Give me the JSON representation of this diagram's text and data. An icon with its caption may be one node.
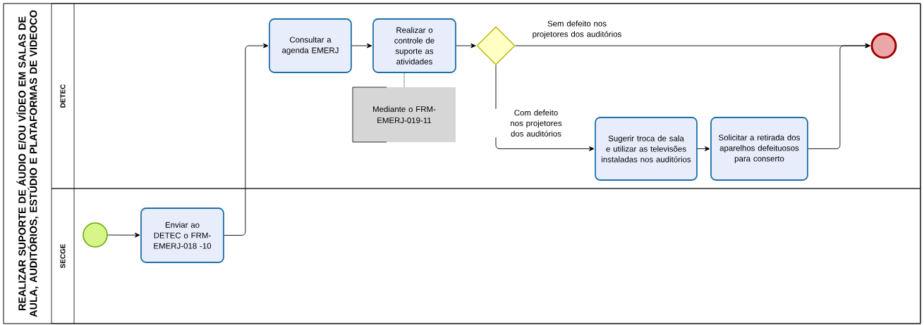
{
  "diagram": {
    "nodes": [
      {
        "text": [
          "REALIZAR SUPORTE DE ÁUDIO E/OU VÍDEO EM SALAS DE AULA, AUDITÓRIOS, ESTÚDIO E PLATAFORMAS DE VIDEOCO"
        ]
      },
      {
        "text": [
          "DETEC"
        ],
        "in": 0
      },
      {
        "text": [
          "SECGE"
        ],
        "in": 0
      },
      {
        "text": [],
        "shape": "circle",
        "in": 2
      },
      {
        "text": [
          "Enviar ao DETEC o FRM-EMERJ-018 -10"
        ],
        "in": 2
      },
      {
        "text": [
          "Consultar a agenda EMERJ"
        ],
        "in": 1
      },
      {
        "text": [
          "Realizar o controle de suporte as atividades"
        ],
        "in": 1
      },
      {
        "text": [
          "Mediante o FRM-EMERJ-019-11"
        ],
        "in": 1
      },
      {
        "text": [],
        "shape": "diamond",
        "in": 1
      },
      {
        "text": [
          "Sugerir troca de sala e utilizar as televisões instaladas nos auditórios"
        ],
        "in": 1
      },
      {
        "text": [
          "Solicitar a retirada dos aparelhos defeituosos para conserto"
        ],
        "in": 1
      },
      {
        "text": [],
        "shape": "circle",
        "in": 1
      }
    ],
    "edges": [
      {
        "from": 3,
        "to": 4,
        "arrow": "to"
      },
      {
        "from": 4,
        "to": 5,
        "arrow": "to"
      },
      {
        "from": 5,
        "to": 6,
        "arrow": "to"
      },
      {
        "from": 6,
        "to": 8,
        "arrow": "to"
      },
      {
        "from": 8,
        "to": 11,
        "arrow": "to",
        "label": "Sem defeito nos projetores dos auditórios"
      },
      {
        "from": 8,
        "to": 9,
        "arrow": "to",
        "label": "Com defeito nos projetores dos auditórios"
      },
      {
        "from": 9,
        "to": 10,
        "arrow": "to"
      },
      {
        "from": 10,
        "to": 11,
        "arrow": "to"
      },
      {
        "from": 7,
        "to": 6,
        "arrow": "none",
        "style": "dashed"
      }
    ]
  }
}
